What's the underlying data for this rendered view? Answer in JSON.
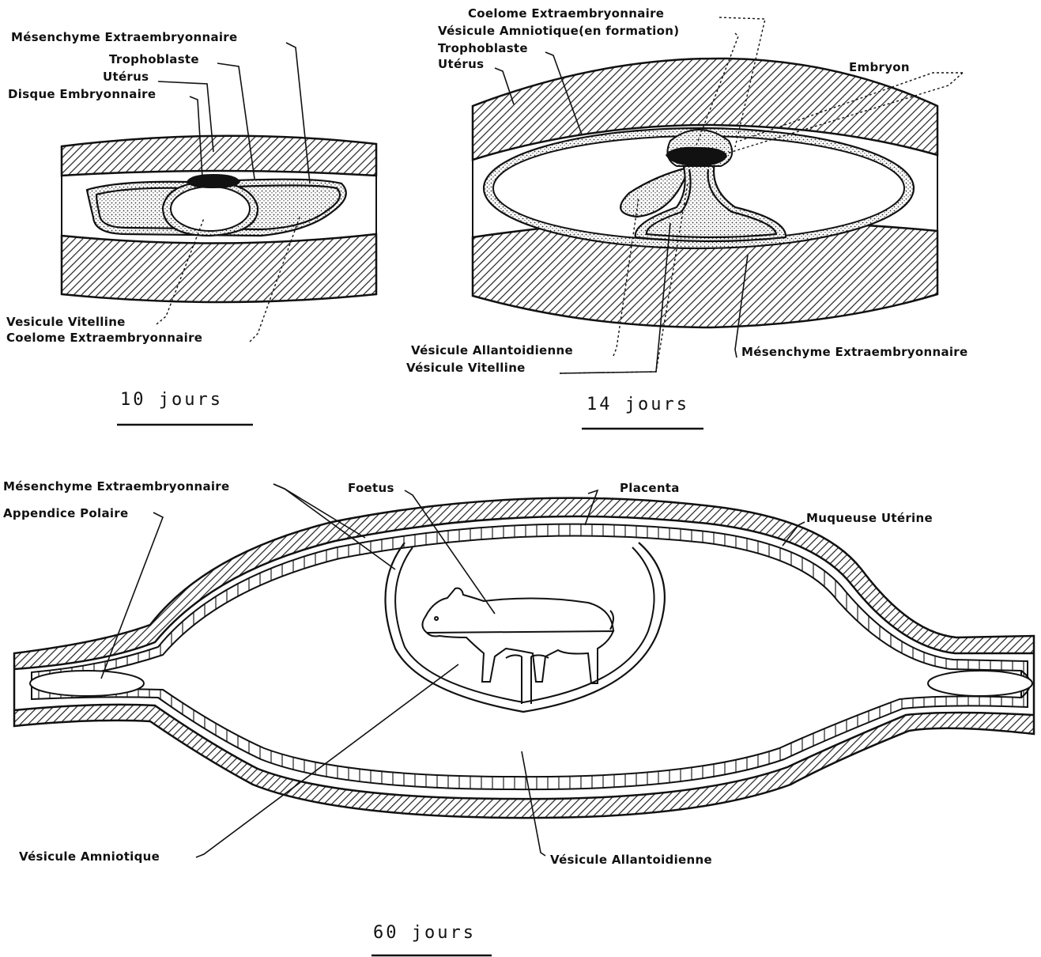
{
  "panel_10": {
    "caption": "10 jours",
    "labels": {
      "mesenchyme": "Mésenchyme Extraembryonnaire",
      "trophoblaste": "Trophoblaste",
      "uterus": "Utérus",
      "disque": "Disque Embryonnaire",
      "vitelline": "Vesicule Vitelline",
      "coelome": "Coelome Extraembryonnaire"
    }
  },
  "panel_14": {
    "caption": "14 jours",
    "labels": {
      "coelome": "Coelome Extraembryonnaire",
      "amniotique": "Vésicule Amniotique(en formation)",
      "trophoblaste": "Trophoblaste",
      "uterus": "Utérus",
      "embryon": "Embryon",
      "allantoidienne": "Vésicule Allantoidienne",
      "vitelline": "Vésicule Vitelline",
      "mesenchyme": "Mésenchyme Extraembryonnaire"
    }
  },
  "panel_60": {
    "caption": "60 jours",
    "labels": {
      "mesenchyme": "Mésenchyme Extraembryonnaire",
      "appendice": "Appendice Polaire",
      "foetus": "Foetus",
      "placenta": "Placenta",
      "muqueuse": "Muqueuse Utérine",
      "amniotique": "Vésicule Amniotique",
      "allantoidienne": "Vésicule Allantoidienne"
    }
  }
}
